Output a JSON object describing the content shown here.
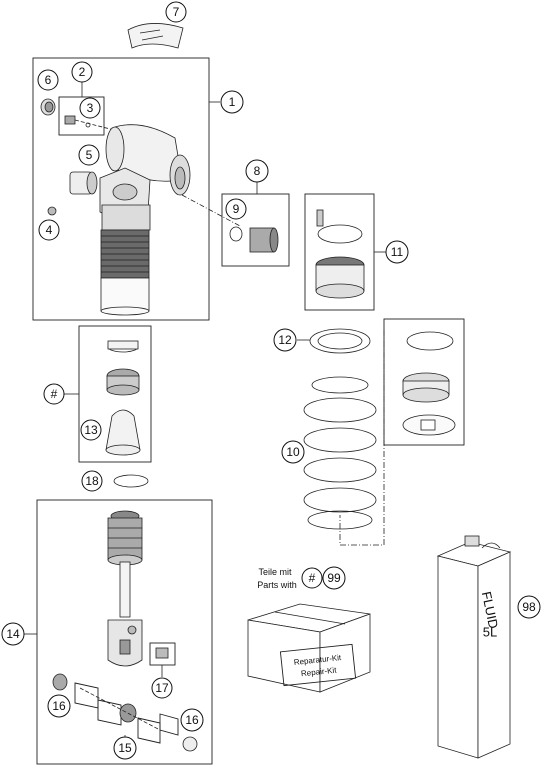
{
  "callouts": {
    "c1": "1",
    "c2": "2",
    "c3": "3",
    "c4": "4",
    "c5": "5",
    "c6": "6",
    "c7": "7",
    "c8": "8",
    "c9": "9",
    "c10": "10",
    "c11": "11",
    "c12": "12",
    "c13": "13",
    "c14": "14",
    "c15": "15",
    "c16a": "16",
    "c16b": "16",
    "c17": "17",
    "c18": "18",
    "c98": "98",
    "c99": "99",
    "chash1": "#",
    "chash2": "#"
  },
  "repair_note": {
    "line1": "Teile mit",
    "line2": "Parts with"
  },
  "kit_box": {
    "line1": "Reparatur-Kit",
    "line2": "Repair-Kit"
  },
  "fluid_can": {
    "line1": "FLUID",
    "line2": "5L"
  },
  "colors": {
    "line": "#222222",
    "shade": "#e6e6e6",
    "dark": "#555555"
  }
}
